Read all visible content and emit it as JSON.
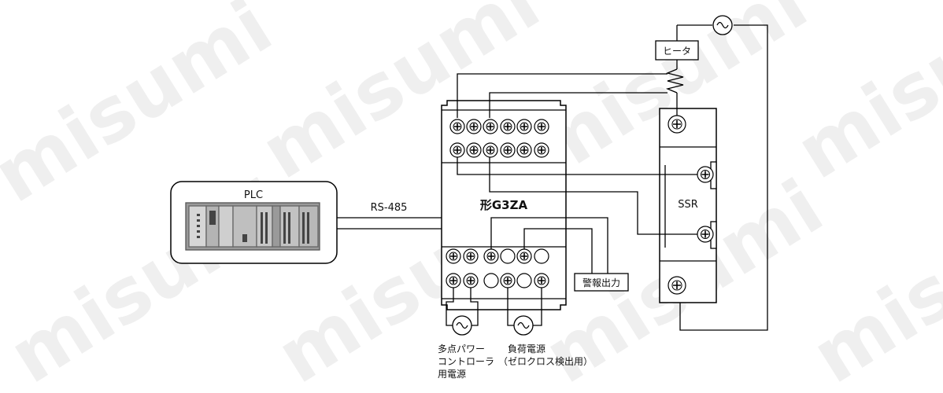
{
  "watermark": "misumi",
  "labels": {
    "plc": "PLC",
    "rs485": "RS-485",
    "controller": "形G3ZA",
    "ssr": "SSR",
    "heater": "ヒータ",
    "alarm_output": "警報出力",
    "multipoint_line1": "多点パワー",
    "multipoint_line2": "コントローラ",
    "multipoint_line3": "用電源",
    "load_line1": "負荷電源",
    "load_line2": "（ゼロクロス検出用）"
  },
  "icons": {
    "ac_source": "ac-source-icon",
    "terminal_screw": "terminal-screw-icon",
    "heater_element": "resistor-zigzag-icon"
  },
  "colors": {
    "line": "#000000",
    "plc_body": "#8a8a8a"
  }
}
